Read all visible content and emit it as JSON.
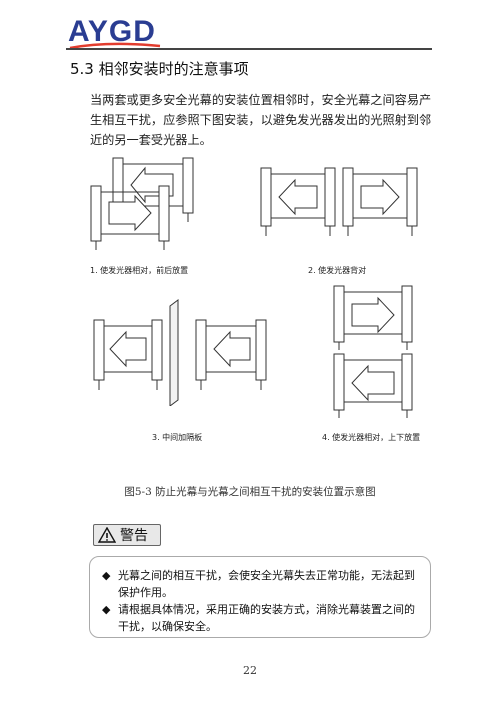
{
  "header": {
    "logo_text": "AYGD"
  },
  "section": {
    "title": "5.3 相邻安装时的注意事项"
  },
  "intro": {
    "text": "当两套或更多安全光幕的安装位置相邻时，安全光幕之间容易产生相互干扰，应参照下图安装，以避免发光器发出的光照射到邻近的另一套受光器上。"
  },
  "figures": [
    {
      "caption": "1. 使发光器相对，前后放置"
    },
    {
      "caption": "2. 使发光器背对"
    },
    {
      "caption": "3. 中间加隔板"
    },
    {
      "caption": "4. 使发光器相对，上下放置"
    }
  ],
  "figure_title": "图5-3 防止光幕与光幕之间相互干扰的安装位置示意图",
  "warning": {
    "label": "警告",
    "items": [
      {
        "bullet": "◆",
        "text": "光幕之间的相互干扰，会使安全光幕失去正常功能，无法起到保护作用。"
      },
      {
        "bullet": "◆",
        "text": "请根据具体情况，采用正确的安装方式，消除光幕装置之间的干扰，以确保安全。"
      }
    ]
  },
  "page": {
    "number": "22"
  },
  "colors": {
    "brand": "#2a3d92",
    "accent": "#e23c2e"
  }
}
